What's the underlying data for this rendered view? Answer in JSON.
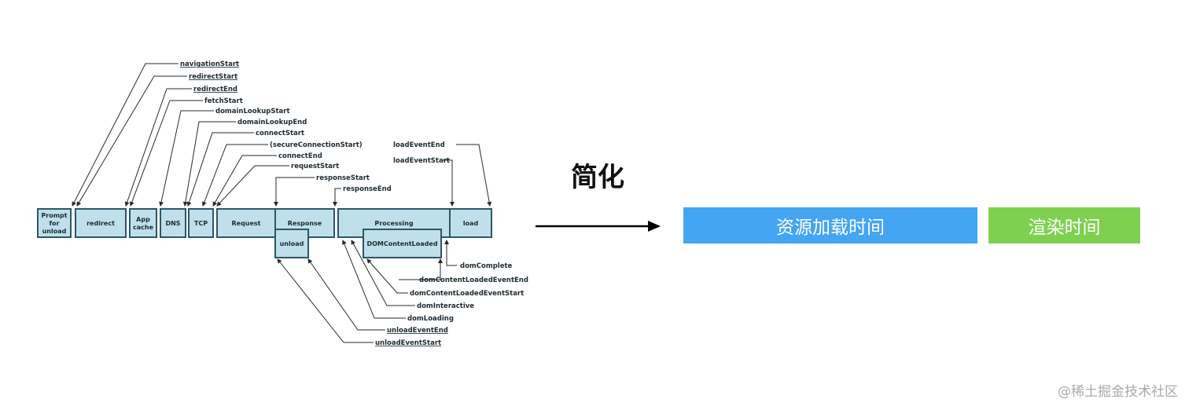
{
  "timeline": {
    "boxes": [
      {
        "id": "prompt-for-unload",
        "lines": [
          "Prompt",
          "for",
          "unload"
        ]
      },
      {
        "id": "redirect",
        "lines": [
          "redirect"
        ]
      },
      {
        "id": "app-cache",
        "lines": [
          "App",
          "cache"
        ]
      },
      {
        "id": "dns",
        "lines": [
          "DNS"
        ]
      },
      {
        "id": "tcp",
        "lines": [
          "TCP"
        ]
      },
      {
        "id": "request",
        "lines": [
          "Request"
        ]
      },
      {
        "id": "response",
        "lines": [
          "Response"
        ]
      },
      {
        "id": "processing",
        "lines": [
          "Processing"
        ]
      },
      {
        "id": "load",
        "lines": [
          "load"
        ]
      },
      {
        "id": "unload",
        "lines": [
          "unload"
        ]
      },
      {
        "id": "dom-content-loaded",
        "lines": [
          "DOMContentLoaded"
        ]
      }
    ],
    "top_events": [
      {
        "id": "navigation-start",
        "label": "navigationStart",
        "underline": true
      },
      {
        "id": "redirect-start",
        "label": "redirectStart",
        "underline": true
      },
      {
        "id": "redirect-end",
        "label": "redirectEnd",
        "underline": true
      },
      {
        "id": "fetch-start",
        "label": "fetchStart",
        "underline": false
      },
      {
        "id": "domain-lookup-start",
        "label": "domainLookupStart",
        "underline": false
      },
      {
        "id": "domain-lookup-end",
        "label": "domainLookupEnd",
        "underline": false
      },
      {
        "id": "connect-start",
        "label": "connectStart",
        "underline": false
      },
      {
        "id": "secure-connection-start",
        "label": "(secureConnectionStart)",
        "underline": false
      },
      {
        "id": "connect-end",
        "label": "connectEnd",
        "underline": false
      },
      {
        "id": "request-start",
        "label": "requestStart",
        "underline": false
      },
      {
        "id": "response-start",
        "label": "responseStart",
        "underline": false
      },
      {
        "id": "response-end",
        "label": "responseEnd",
        "underline": false
      },
      {
        "id": "load-event-end",
        "label": "loadEventEnd",
        "underline": false
      },
      {
        "id": "load-event-start",
        "label": "loadEventStart",
        "underline": false
      }
    ],
    "bottom_events": [
      {
        "id": "dom-complete",
        "label": "domComplete",
        "underline": false
      },
      {
        "id": "dom-content-loaded-event-end",
        "label": "domContentLoadedEventEnd",
        "underline": false
      },
      {
        "id": "dom-content-loaded-event-start",
        "label": "domContentLoadedEventStart",
        "underline": false
      },
      {
        "id": "dom-interactive",
        "label": "domInteractive",
        "underline": false
      },
      {
        "id": "dom-loading",
        "label": "domLoading",
        "underline": false
      },
      {
        "id": "unload-event-end",
        "label": "unloadEventEnd",
        "underline": true
      },
      {
        "id": "unload-event-start",
        "label": "unloadEventStart",
        "underline": true
      }
    ]
  },
  "simplify": {
    "title": "简化"
  },
  "phases": {
    "resource_label": "资源加载时间",
    "render_label": "渲染时间",
    "resource_color": "#44a5f2",
    "render_color": "#7ed14f"
  },
  "watermark": "@稀土掘金技术社区"
}
